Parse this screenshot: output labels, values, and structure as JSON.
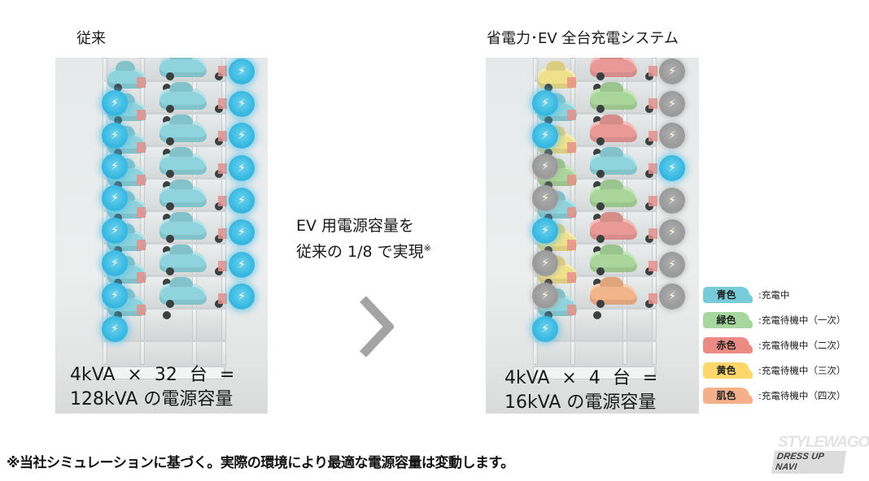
{
  "left_panel": {
    "title": "従来",
    "caption_line1": "4kVA × 32 台 =",
    "caption_line2": "128kVA の電源容量",
    "chargers_left": [
      "active",
      "active",
      "active",
      "active",
      "active",
      "active",
      "active",
      "active"
    ],
    "chargers_right": [
      "active",
      "active",
      "active",
      "active",
      "active",
      "active",
      "active",
      "active"
    ],
    "cars_left_col": [
      "blue",
      "blue",
      "blue",
      "blue",
      "blue",
      "blue",
      "blue",
      "blue"
    ],
    "cars_right_col": [
      "blue",
      "blue",
      "blue",
      "blue",
      "blue",
      "blue",
      "blue",
      "blue"
    ]
  },
  "right_panel": {
    "title": "省電力･EV 全台充電システム",
    "caption_line1": "4kVA × 4 台 =",
    "caption_line2": "16kVA の電源容量",
    "chargers_left": [
      "active",
      "active",
      "idle",
      "idle",
      "active",
      "idle",
      "idle",
      "active"
    ],
    "chargers_right": [
      "idle",
      "idle",
      "idle",
      "active",
      "idle",
      "idle",
      "idle",
      "idle"
    ],
    "cars_left_col": [
      "yellow",
      "blue",
      "yellow",
      "green",
      "blue",
      "yellow",
      "yellow",
      "blue"
    ],
    "cars_right_col": [
      "red",
      "green",
      "red",
      "blue",
      "green",
      "red",
      "green",
      "orange"
    ]
  },
  "center_message": {
    "line1": "EV 用電源容量を",
    "line2": "従来の 1/8 で実現",
    "footnote_mark": "※"
  },
  "arrow_icon": "chevron-right-icon",
  "legend": [
    {
      "swatch": "青色",
      "label": ":充電中",
      "color": "#76ccd8"
    },
    {
      "swatch": "緑色",
      "label": ":充電待機中（一次）",
      "color": "#a6d79e"
    },
    {
      "swatch": "赤色",
      "label": ":充電待機中（二次）",
      "color": "#ec8a84"
    },
    {
      "swatch": "黄色",
      "label": ":充電待機中（三次）",
      "color": "#fdd76a"
    },
    {
      "swatch": "肌色",
      "label": ":充電待機中（四次）",
      "color": "#f3b08a"
    }
  ],
  "car_colors": {
    "blue": "#8fd3dc",
    "green": "#a9d69a",
    "red": "#e99a97",
    "yellow": "#efe08c",
    "orange": "#f2b489"
  },
  "footnote": "※当社シミュレーションに基づく。実際の環境により最適な電源容量は変動します。",
  "logo": {
    "line1": "STYLEWAGON",
    "line2": "DRESS UP NAVI"
  }
}
